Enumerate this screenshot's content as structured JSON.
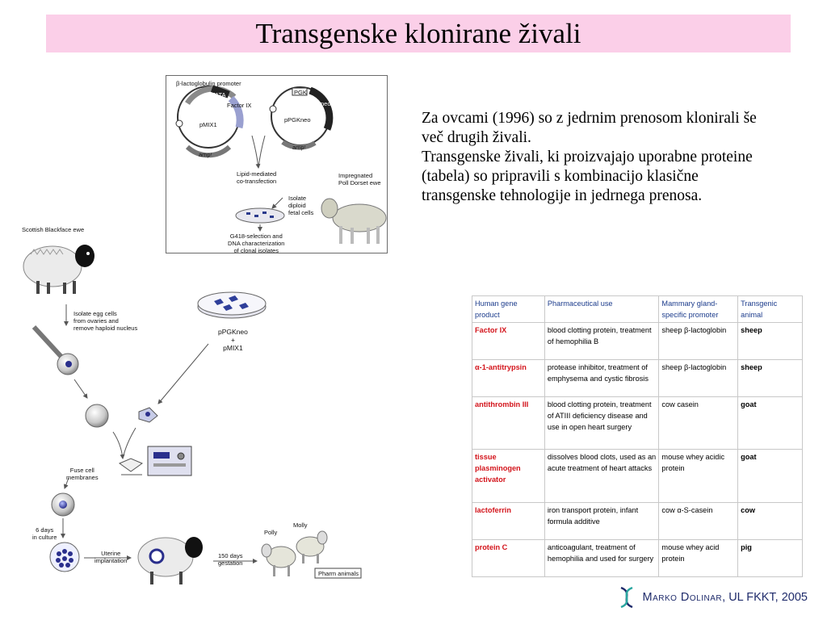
{
  "title": "Transgenske klonirane živali",
  "description": [
    "Za ovcami (1996) so z jedrnim prenosom klonirali še več drugih živali.",
    "Transgenske živali, ki proizvajajo uporabne proteine (tabela) so pripravili s kombinacijo klasične transgenske tehnologije in jedrnega prenosa."
  ],
  "diagram": {
    "beta_lactoglobulin_promoter": "β-lactoglobulin promoter",
    "tata": "TATA",
    "factor_ix": "Factor IX",
    "pmix1": "pMIX1",
    "ampr_left": "ampʳ",
    "pgk": "PGK",
    "neor": "neoʳ",
    "ppgkneo": "pPGKneo",
    "ampr_right": "ampʳ",
    "lipid_mediated": "Lipid-mediated\nco-transfection",
    "impregnated": "Impregnated\nPoll Dorset ewe",
    "isolate_diploid": "Isolate\ndiploid\nfetal cells",
    "g418": "G418-selection and\nDNA characterization\nof clonal isolates",
    "scottish_blackface": "Scottish Blackface ewe",
    "isolate_egg": "Isolate egg cells\nfrom ovaries and\nremove haploid nucleus",
    "ppgkneo_pmix1": "pPGKneo\n+\npMIX1",
    "fuse_cell": "Fuse cell\nmembranes",
    "six_days": "6 days\nin culture",
    "uterine": "Uterine\nimplantation",
    "gestation": "150 days\ngestation",
    "polly": "Polly",
    "molly": "Molly",
    "pharm_animals": "Pharm animals"
  },
  "table": {
    "headers": [
      "Human gene product",
      "Pharmaceutical use",
      "Mammary gland-specific promoter",
      "Transgenic animal"
    ],
    "rows": [
      [
        "Factor IX",
        "blood clotting protein, treatment of hemophilia B",
        "sheep β-lactoglobin",
        "sheep"
      ],
      [
        "α-1-antitrypsin",
        "protease inhibitor, treatment of emphysema and cystic fibrosis",
        "sheep β-lactoglobin",
        "sheep"
      ],
      [
        "antithrombin III",
        "blood clotting protein, treatment of ATIII deficiency disease and use in open heart surgery",
        "cow casein",
        "goat"
      ],
      [
        "tissue plasminogen activator",
        "dissolves blood clots, used as an acute treatment of heart attacks",
        "mouse whey acidic protein",
        "goat"
      ],
      [
        "lactoferrin",
        "iron transport protein, infant formula additive",
        "cow α-S-casein",
        "cow"
      ],
      [
        "protein C",
        "anticoagulant, treatment of hemophilia and used for surgery",
        "mouse whey acid protein",
        "pig"
      ]
    ]
  },
  "footer": {
    "author": "Marko Dolinar",
    "affiliation": ", UL FKKT, 2005"
  },
  "colors": {
    "title_bg": "#fbcfe8",
    "gene_red": "#d3141b",
    "header_blue": "#1c3c8c",
    "footer_blue": "#1f2b6b"
  }
}
